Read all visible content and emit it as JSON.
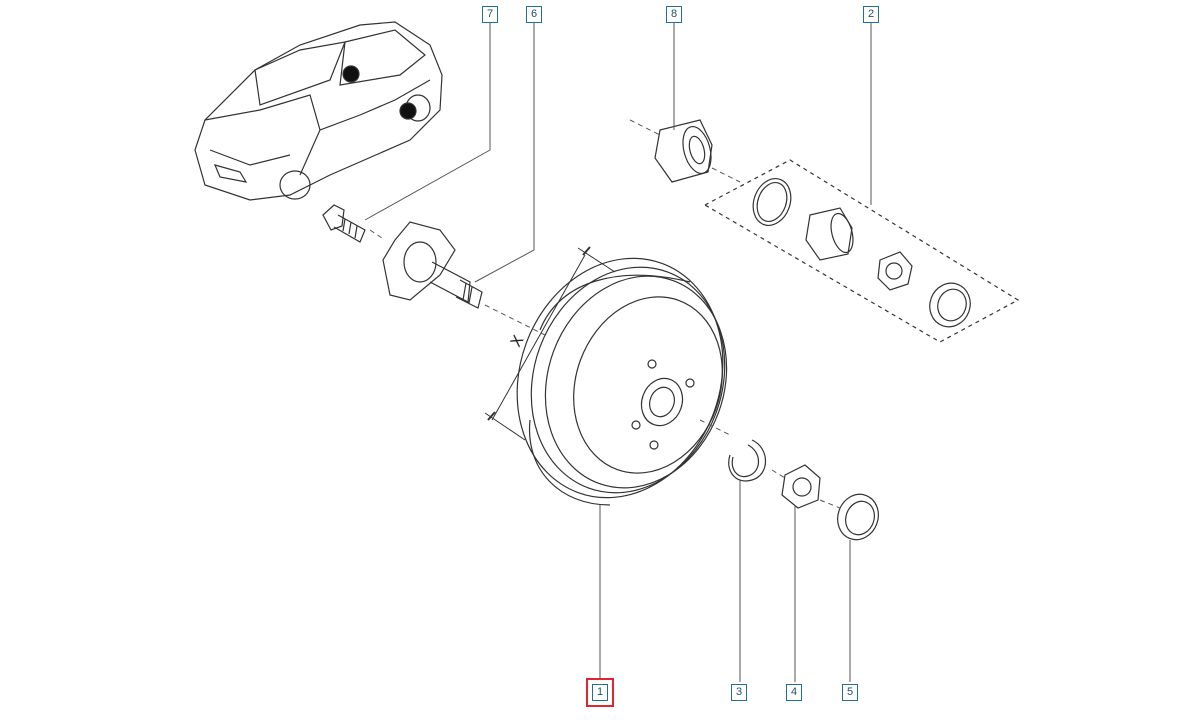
{
  "callouts": [
    {
      "id": "1",
      "label": "1",
      "selected": true
    },
    {
      "id": "2",
      "label": "2"
    },
    {
      "id": "3",
      "label": "3"
    },
    {
      "id": "4",
      "label": "4"
    },
    {
      "id": "5",
      "label": "5"
    },
    {
      "id": "6",
      "label": "6"
    },
    {
      "id": "7",
      "label": "7"
    },
    {
      "id": "8",
      "label": "8"
    }
  ],
  "dimension_label": "X",
  "colors": {
    "line": "#333333",
    "leader": "#555555",
    "callout_border": "#1f6f9a",
    "selection": "#e0262e"
  },
  "icons": [
    "car-icon",
    "brake-drum",
    "bearing",
    "nut",
    "circlip",
    "hub-cap",
    "stub-axle",
    "bolt"
  ]
}
